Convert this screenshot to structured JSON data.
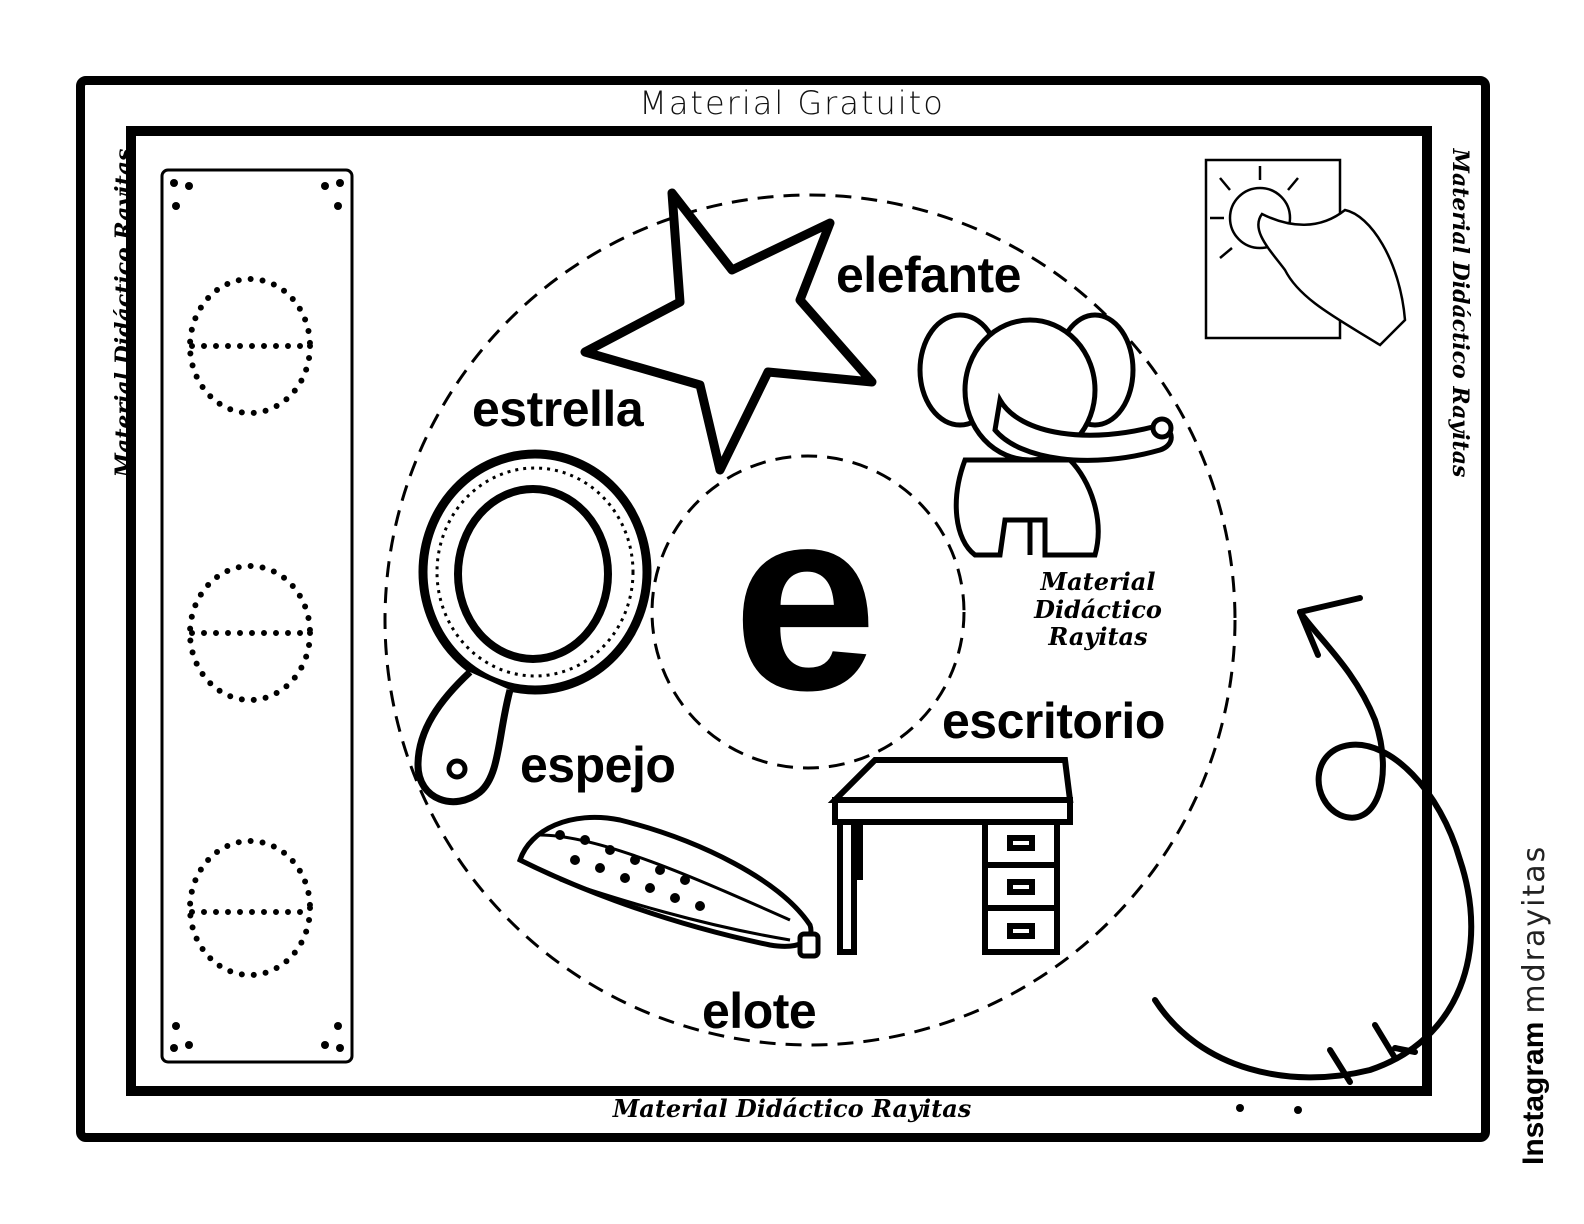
{
  "captions": {
    "top": "Material Gratuito",
    "bottom": "Material Didáctico Rayitas",
    "left_side": "Material Didáctico Rayitas",
    "right_side": "Material Didáctico Rayitas",
    "watermark_line1": "Material",
    "watermark_line2": "Didáctico",
    "watermark_line3": "Rayitas"
  },
  "instagram": {
    "label": "Instagram",
    "handle": "mdrayitas"
  },
  "center_letter": "e",
  "words": {
    "elefante": "elefante",
    "estrella": "estrella",
    "escritorio": "escritorio",
    "espejo": "espejo",
    "elote": "elote"
  },
  "icons": {
    "instruction": "finger-tracing-icon",
    "arrow": "curved-arrow-icon"
  }
}
